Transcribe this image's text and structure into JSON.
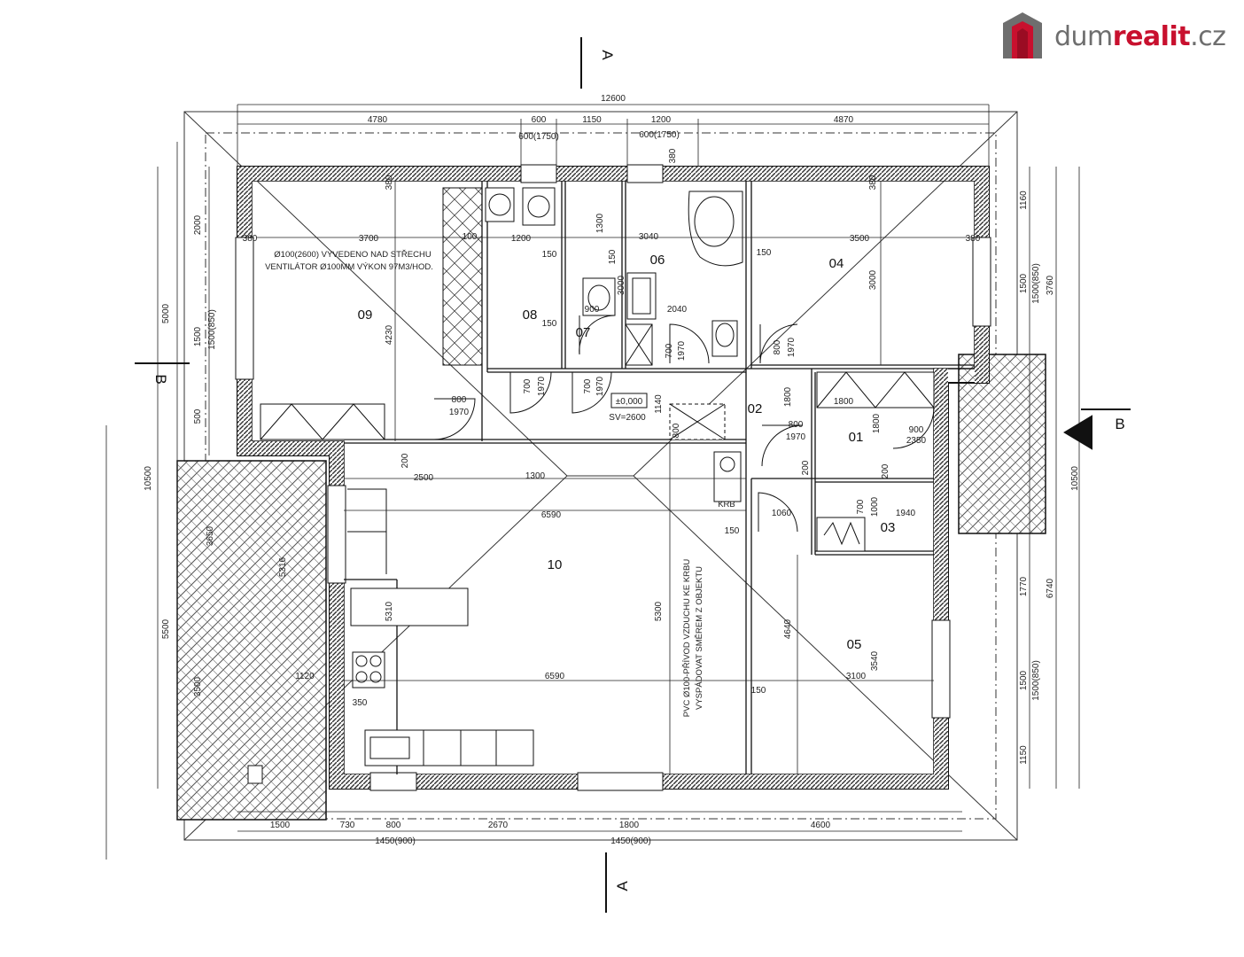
{
  "brand": {
    "part1": "dum",
    "part2": "realit",
    "part3": ".cz",
    "accent": "#c8102e",
    "gray": "#6e6e6e"
  },
  "rooms": [
    "01",
    "02",
    "03",
    "04",
    "05",
    "06",
    "07",
    "08",
    "09",
    "10"
  ],
  "section_marks": {
    "a_top": "A",
    "a_bottom": "A",
    "b_left": "B",
    "b_right": "B"
  },
  "dims_top": {
    "overall": "12600",
    "segs": [
      "4780",
      "600",
      "1150",
      "1200",
      "4870"
    ],
    "win1": "600(1750)",
    "win2": "600(1750)"
  },
  "dims_bottom": {
    "segs": [
      "1500",
      "730",
      "800",
      "2670",
      "1800",
      "4600"
    ],
    "win1": "1450(900)",
    "win2": "1450(900)"
  },
  "dims_left": {
    "seg1": "2000",
    "seg2": "1500",
    "seg2b": "1500(850)",
    "seg3": "500",
    "total_upper": "5000",
    "total": "10500",
    "terrace1": "3650",
    "terrace2": "5500",
    "terrace3": "3500"
  },
  "dims_right": {
    "seg1": "1160",
    "seg2": "1500",
    "seg2b": "1500(850)",
    "seg3": "1770",
    "seg4": "1500",
    "seg4b": "1500(850)",
    "seg5": "1150",
    "upper": "3760",
    "lower": "6740",
    "total": "10500"
  },
  "interior_dims": {
    "d3700": "3700",
    "d1200": "1200",
    "d100": "100",
    "d3040": "3040",
    "d3500": "3500",
    "d380": "380",
    "d150": "150",
    "d1300": "1300",
    "d3000": "3000",
    "d4230": "4230",
    "d2040": "2040",
    "d900": "900",
    "d800": "800",
    "d1970": "1970",
    "d700": "700",
    "d1140": "1140",
    "d1800": "1800",
    "d2350": "2350",
    "d2500": "2500",
    "d200": "200",
    "d6590": "6590",
    "d5310": "5310",
    "d5300": "5300",
    "d4640": "4640",
    "d3540": "3540",
    "d3100": "3100",
    "d1060": "1060",
    "d1000": "1000",
    "d1940": "1940",
    "d350": "350",
    "d1120": "1120",
    "d5316": "5316"
  },
  "notes": {
    "vent1": "Ø100(2600) VYVEDENO NAD STŘECHU",
    "vent2": "VENTILÁTOR Ø100MM VÝKON 97M3/HOD.",
    "level": "±0,000",
    "sv": "SV=2600",
    "pvc1": "PVC Ø100-PŘÍVOD VZDUCHU KE KRBU",
    "pvc2": "VYSPÁDOVAT SMĚREM Z OBJEKTU",
    "krb": "KRB"
  }
}
